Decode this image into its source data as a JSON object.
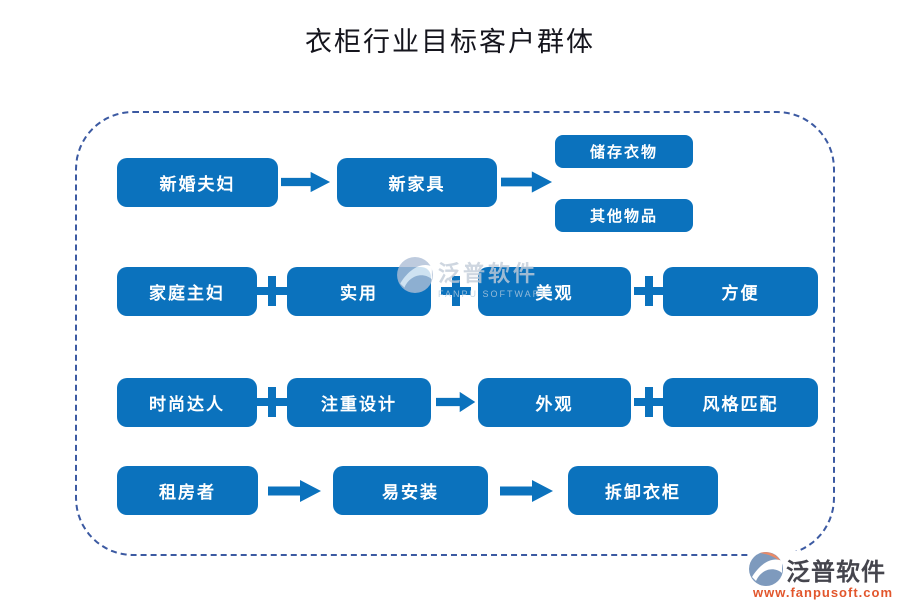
{
  "title": "衣柜行业目标客户群体",
  "flows": {
    "newlyweds": {
      "customer": "新婚夫妇",
      "need": "新家具",
      "purposes": [
        "储存衣物",
        "其他物品"
      ]
    },
    "housewife": {
      "customer": "家庭主妇",
      "traits": [
        "实用",
        "美观",
        "方便"
      ]
    },
    "fashion": {
      "customer": "时尚达人",
      "trait": "注重设计",
      "focus": "外观",
      "extra": "风格匹配"
    },
    "renter": {
      "customer": "租房者",
      "need": "易安装",
      "result": "拆卸衣柜"
    }
  },
  "watermark": {
    "name_cn": "泛普软件",
    "name_en": "FANPU SOFTWARE"
  },
  "logo": {
    "name_cn": "泛普软件",
    "website": "www.fanpusoft.com"
  },
  "colors": {
    "node_blue": "#0b72bd",
    "frame_navy": "#3c5aa2",
    "website_orange": "#e2562c",
    "title_dark": "#15151d"
  }
}
